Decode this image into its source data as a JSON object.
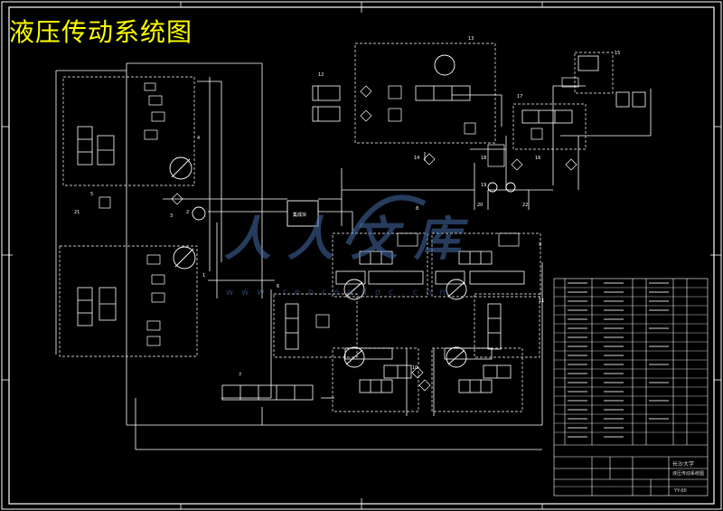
{
  "drawing": {
    "title": "液压传动系统图",
    "watermark_text": "人人文库",
    "watermark_url": "www.renrendoc.com",
    "frame_color": "#ffffff",
    "title_color": "#ffff00",
    "accent_color": "#ffff00",
    "sub_block_label": "集成块"
  },
  "part_labels": {
    "p1": "1",
    "p2": "2",
    "p3": "3",
    "p4": "4",
    "p5": "5",
    "p6": "6",
    "p7": "7",
    "p8": "8",
    "p9": "9",
    "p10": "10",
    "p11": "11",
    "p12": "12",
    "p13": "13",
    "p14": "14",
    "p15": "15",
    "p16": "16",
    "p17": "17",
    "p18": "18",
    "p19": "19",
    "p20": "20",
    "p21": "21",
    "p22": "22"
  },
  "title_block": {
    "school": "长沙大学",
    "drawing_name": "液压传动系统图",
    "drawing_no": "YY-00"
  }
}
